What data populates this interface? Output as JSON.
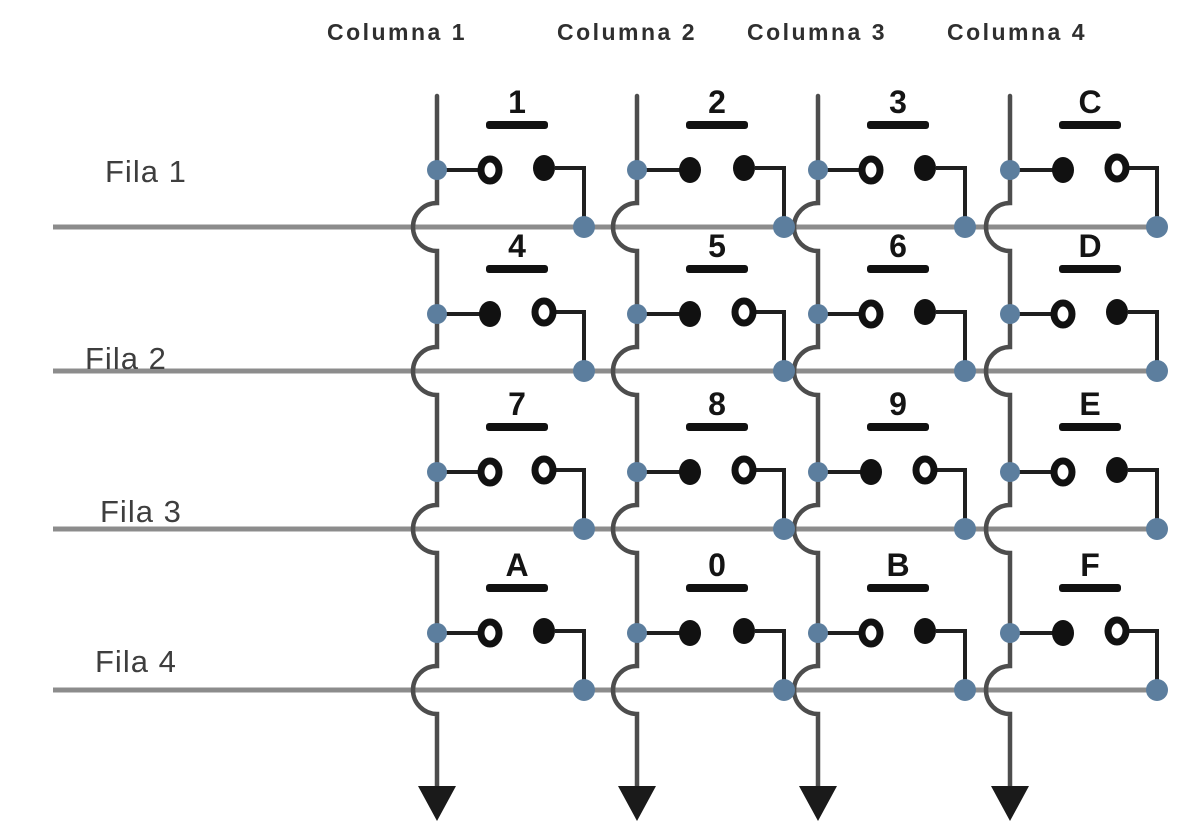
{
  "diagram": {
    "type": "4x4-matrix-keypad-schematic",
    "column_labels": [
      "Columna 1",
      "Columna 2",
      "Columna 3",
      "Columna 4"
    ],
    "row_labels": [
      "Fila 1",
      "Fila 2",
      "Fila 3",
      "Fila 4"
    ],
    "key_labels": [
      [
        "1",
        "2",
        "3",
        "C"
      ],
      [
        "4",
        "5",
        "6",
        "D"
      ],
      [
        "7",
        "8",
        "9",
        "E"
      ],
      [
        "A",
        "0",
        "B",
        "F"
      ]
    ],
    "key_contacts": [
      [
        [
          "open",
          "filled"
        ],
        [
          "filled",
          "filled"
        ],
        [
          "open",
          "filled"
        ],
        [
          "filled",
          "open"
        ]
      ],
      [
        [
          "filled",
          "open"
        ],
        [
          "filled",
          "open"
        ],
        [
          "open",
          "filled"
        ],
        [
          "open",
          "filled"
        ]
      ],
      [
        [
          "open",
          "open"
        ],
        [
          "filled",
          "open"
        ],
        [
          "filled",
          "open"
        ],
        [
          "open",
          "filled"
        ]
      ],
      [
        [
          "open",
          "filled"
        ],
        [
          "filled",
          "filled"
        ],
        [
          "open",
          "filled"
        ],
        [
          "filled",
          "open"
        ]
      ]
    ],
    "colors": {
      "background": "#ffffff",
      "row_bus": "#8c8c8c",
      "column_wire": "#4d4d4d",
      "switch_wire": "#1f1f1f",
      "contact": "#111111",
      "junction_dot": "#5c7e9e",
      "arrow": "#1a1a1a",
      "column_label_text": "#2f2f2f",
      "row_label_text": "#3e3e3e",
      "key_label_text": "#141414"
    }
  }
}
